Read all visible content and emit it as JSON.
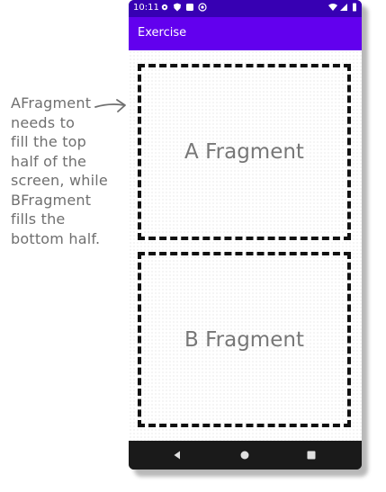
{
  "status_bar": {
    "time": "10:11",
    "left_icons": [
      "gear-icon",
      "shield-icon",
      "square-icon",
      "at-icon"
    ],
    "right_icons": [
      "wifi-icon",
      "signal-icon",
      "battery-icon"
    ]
  },
  "app_bar": {
    "title": "Exercise"
  },
  "fragments": {
    "a": {
      "label": "A Fragment"
    },
    "b": {
      "label": "B Fragment"
    }
  },
  "annotation": {
    "lines": [
      "AFragment",
      "needs to",
      "fill the top",
      "half of the",
      "screen, while",
      "BFragment",
      "fills the",
      "bottom half."
    ]
  },
  "nav_bar": {
    "buttons": [
      "back-icon",
      "home-icon",
      "recents-icon"
    ]
  },
  "colors": {
    "status_bar": "#3700b3",
    "app_bar": "#6200ee",
    "nav_bar": "#1a1a1a",
    "annotation_text": "#6f6f6f",
    "fragment_text": "#777777"
  }
}
